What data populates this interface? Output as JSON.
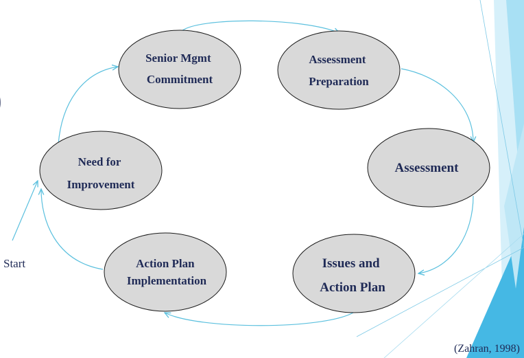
{
  "diagram": {
    "nodes": [
      {
        "id": "senior",
        "lines": [
          "Senior Mgmt",
          "Commitment"
        ]
      },
      {
        "id": "prep",
        "lines": [
          "Assessment",
          "Preparation"
        ]
      },
      {
        "id": "assessment",
        "lines": [
          "Assessment"
        ]
      },
      {
        "id": "issues",
        "lines": [
          "Issues and",
          "Action Plan"
        ]
      },
      {
        "id": "implementation",
        "lines": [
          "Action Plan",
          "Implementation"
        ]
      },
      {
        "id": "need",
        "lines": [
          "Need for",
          "Improvement"
        ]
      }
    ],
    "start_label": "Start",
    "left_edge_glyph": ")",
    "citation": "(Zahran, 1998)"
  },
  "colors": {
    "node_fill": "#d9d9d9",
    "node_stroke": "#1a1a1a",
    "arrow": "#5bc0de",
    "text": "#1f2a56",
    "accent_light": "#c5e9f6",
    "accent_mid": "#8fd6f0",
    "accent_dark": "#3fb6e3"
  }
}
